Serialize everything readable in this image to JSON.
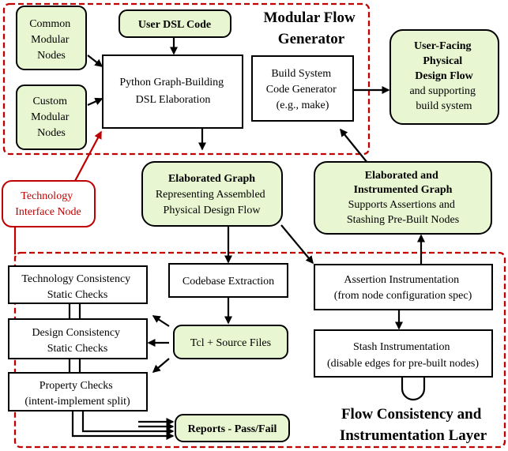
{
  "regions": {
    "modular_flow_generator": {
      "title_lines": [
        "Modular Flow",
        "Generator"
      ]
    },
    "flow_consistency": {
      "title_lines": [
        "Flow Consistency and",
        "Instrumentation Layer"
      ]
    }
  },
  "nodes": {
    "common_nodes": {
      "lines": [
        "Common",
        "Modular",
        "Nodes"
      ]
    },
    "custom_nodes": {
      "lines": [
        "Custom",
        "Modular",
        "Nodes"
      ]
    },
    "user_dsl_code": {
      "lines": [
        "User DSL Code"
      ]
    },
    "dsl_elaboration": {
      "lines": [
        "Python Graph-Building",
        "DSL Elaboration"
      ]
    },
    "build_system_generator": {
      "lines": [
        "Build System",
        "Code Generator",
        "(e.g., make)"
      ]
    },
    "user_facing_flow": {
      "bold_lines": [
        "User-Facing",
        "Physical",
        "Design Flow"
      ],
      "lines": [
        "and supporting",
        "build system"
      ]
    },
    "technology_interface": {
      "lines": [
        "Technology",
        "Interface Node"
      ]
    },
    "elaborated_graph": {
      "bold_lines": [
        "Elaborated Graph"
      ],
      "lines": [
        "Representing Assembled",
        "Physical Design Flow"
      ]
    },
    "instrumented_graph": {
      "bold_lines": [
        "Elaborated and",
        "Instrumented Graph"
      ],
      "lines": [
        "Supports Assertions and",
        "Stashing Pre-Built Nodes"
      ]
    },
    "tech_consistency": {
      "lines": [
        "Technology Consistency",
        "Static Checks"
      ]
    },
    "design_consistency": {
      "lines": [
        "Design Consistency",
        "Static Checks"
      ]
    },
    "property_checks": {
      "lines": [
        "Property Checks",
        "(intent-implement split)"
      ]
    },
    "codebase_extraction": {
      "lines": [
        "Codebase Extraction"
      ]
    },
    "tcl_source_files": {
      "lines": [
        "Tcl + Source Files"
      ]
    },
    "reports": {
      "bold_lines": [
        "Reports - Pass/Fail"
      ]
    },
    "assertion_instrumentation": {
      "lines": [
        "Assertion Instrumentation",
        "(from node configuration spec)"
      ]
    },
    "stash_instrumentation": {
      "lines": [
        "Stash Instrumentation",
        "(disable edges for pre-built nodes)"
      ]
    }
  },
  "colors": {
    "region_border": "#c00000",
    "green_fill": "#e8f6d1",
    "box_border": "#000000",
    "technology_node_border": "#c00000"
  }
}
